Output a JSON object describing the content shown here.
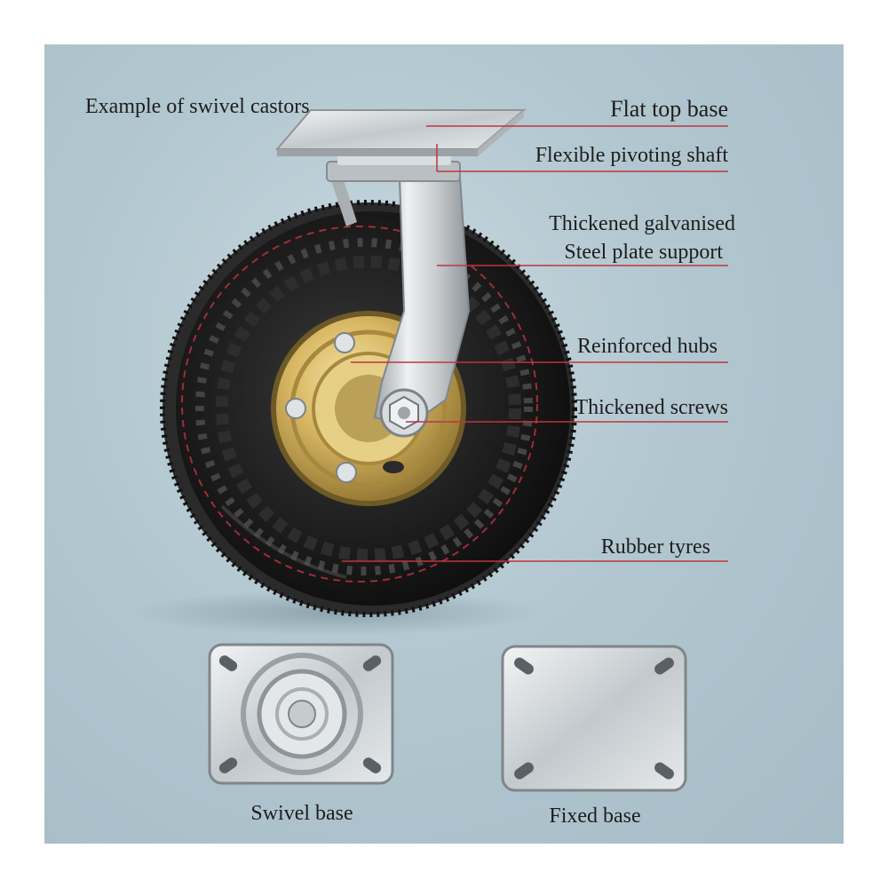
{
  "title": "Example of swivel castors",
  "callouts": {
    "flat_top_base": "Flat top base",
    "pivoting_shaft": "Flexible pivoting shaft",
    "steel_plate_line1": "Thickened galvanised",
    "steel_plate_line2": "Steel plate support",
    "hubs": "Reinforced hubs",
    "screws": "Thickened screws",
    "tyres": "Rubber tyres"
  },
  "bases": {
    "swivel": "Swivel base",
    "fixed": "Fixed base"
  },
  "colors": {
    "background": "#b2c7d0",
    "leader_line": "#c0343f",
    "tyre": "#1a1a1a",
    "hub_gold": "#cfae5a",
    "steel": "#d5d9dc"
  }
}
